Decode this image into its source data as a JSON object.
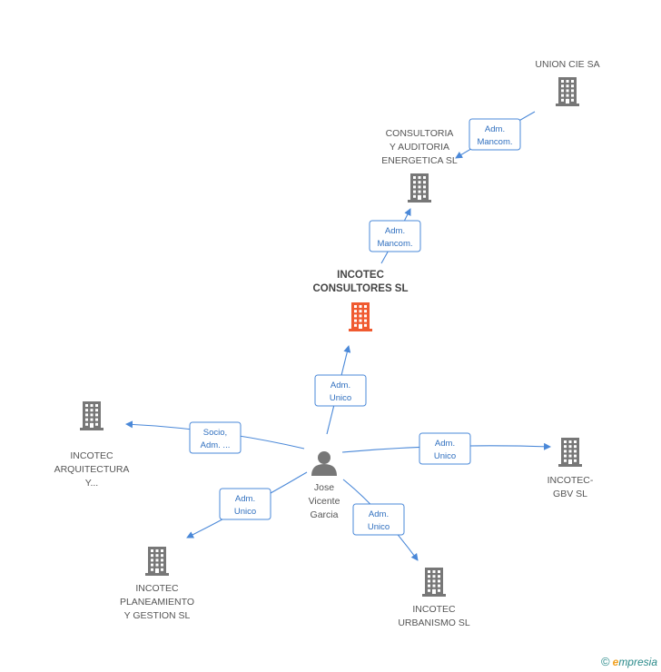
{
  "colors": {
    "edge": "#4a88d8",
    "company_icon": "#777777",
    "main_company_icon": "#f05a30",
    "person_icon": "#777777"
  },
  "nodes": [
    {
      "id": "union",
      "type": "company",
      "label": [
        "UNION CIE SA"
      ],
      "icon": "building-icon"
    },
    {
      "id": "consultoria",
      "type": "company",
      "label": [
        "CONSULTORIA",
        "Y AUDITORIA",
        "ENERGETICA SL"
      ],
      "icon": "building-icon"
    },
    {
      "id": "incotec_cons",
      "type": "company",
      "main": true,
      "label": [
        "INCOTEC",
        "CONSULTORES SL"
      ],
      "icon": "building-icon"
    },
    {
      "id": "jose",
      "type": "person",
      "label": [
        "Jose",
        "Vicente",
        "Garcia"
      ],
      "icon": "person-icon"
    },
    {
      "id": "arquitectura",
      "type": "company",
      "label": [
        "INCOTEC",
        "ARQUITECTURA",
        "Y..."
      ],
      "icon": "building-icon"
    },
    {
      "id": "gbv",
      "type": "company",
      "label": [
        "INCOTEC-",
        "GBV SL"
      ],
      "icon": "building-icon"
    },
    {
      "id": "planeamiento",
      "type": "company",
      "label": [
        "INCOTEC",
        "PLANEAMIENTO",
        "Y GESTION SL"
      ],
      "icon": "building-icon"
    },
    {
      "id": "urbanismo",
      "type": "company",
      "label": [
        "INCOTEC",
        "URBANISMO SL"
      ],
      "icon": "building-icon"
    }
  ],
  "edges": [
    {
      "from": "union",
      "to": "consultoria",
      "label": [
        "Adm.",
        "Mancom."
      ]
    },
    {
      "from": "incotec_cons",
      "to": "consultoria",
      "label": [
        "Adm.",
        "Mancom."
      ]
    },
    {
      "from": "jose",
      "to": "incotec_cons",
      "label": [
        "Adm.",
        "Unico"
      ]
    },
    {
      "from": "jose",
      "to": "arquitectura",
      "label": [
        "Socio,",
        "Adm. ..."
      ]
    },
    {
      "from": "jose",
      "to": "gbv",
      "label": [
        "Adm.",
        "Unico"
      ]
    },
    {
      "from": "jose",
      "to": "planeamiento",
      "label": [
        "Adm.",
        "Unico"
      ]
    },
    {
      "from": "jose",
      "to": "urbanismo",
      "label": [
        "Adm.",
        "Unico"
      ]
    }
  ],
  "footer": {
    "copyright": "©",
    "brand_initial": "e",
    "brand_rest": "mpresia"
  }
}
